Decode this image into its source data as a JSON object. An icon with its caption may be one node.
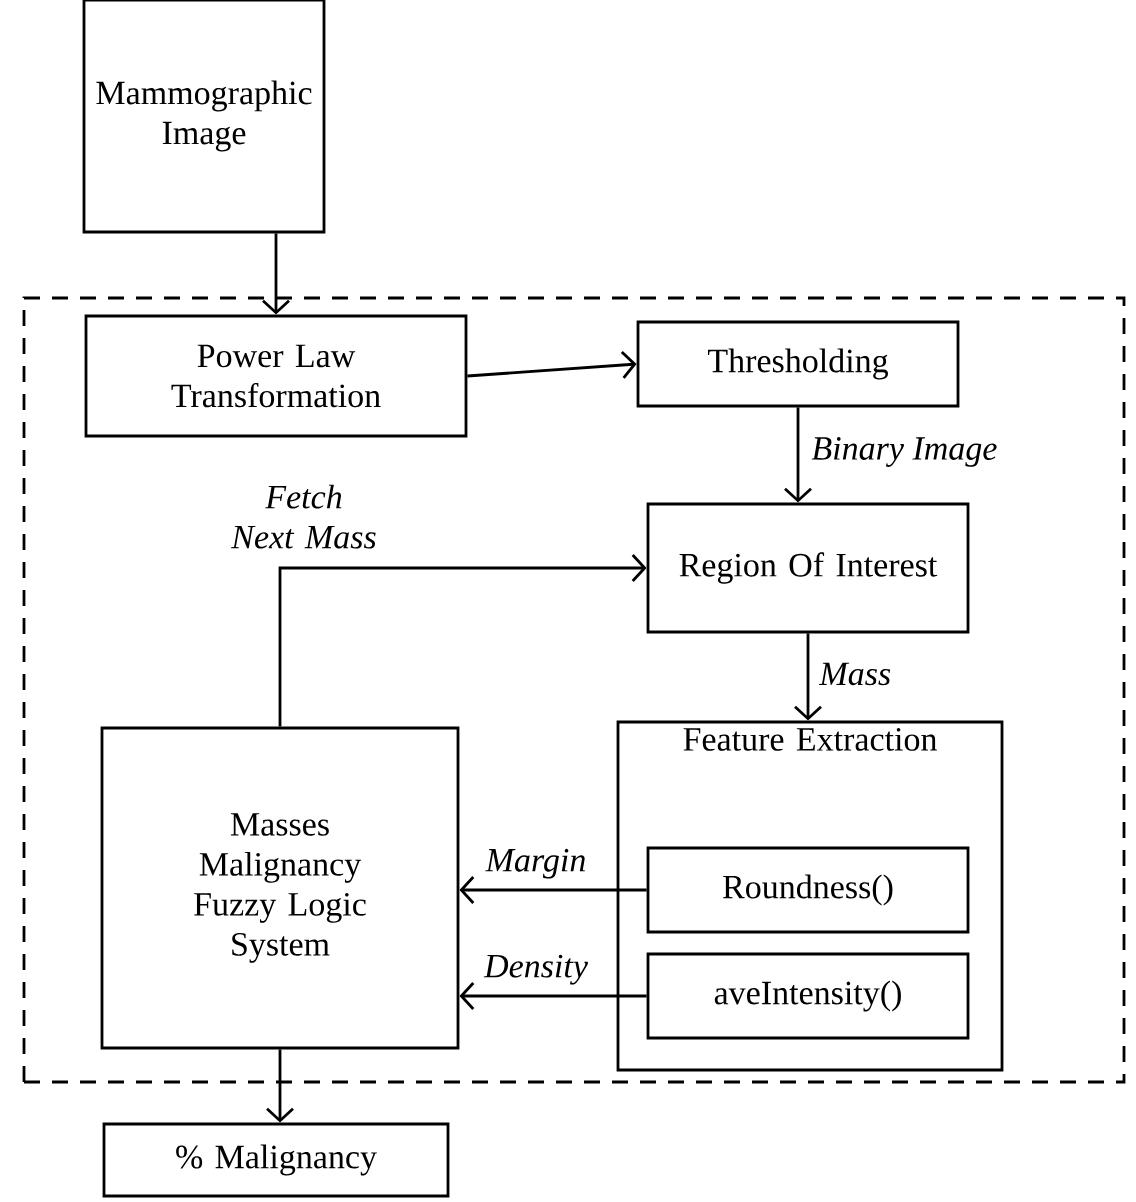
{
  "diagram": {
    "nodes": [
      {
        "text": [
          "Mammographic Image"
        ]
      },
      {
        "text": [],
        "shape": "box"
      },
      {
        "text": [
          "Power Law Transformation"
        ],
        "in": 1
      },
      {
        "text": [
          "Thresholding"
        ],
        "in": 1
      },
      {
        "text": [
          "Region Of Interest"
        ],
        "in": 1
      },
      {
        "text": [
          "Masses Malignancy Fuzzy Logic System"
        ],
        "in": 1
      },
      {
        "text": [
          "Feature Extraction"
        ],
        "in": 1
      },
      {
        "text": [
          "Roundness()"
        ],
        "in": 6
      },
      {
        "text": [
          "aveIntensity()"
        ],
        "in": 6
      },
      {
        "text": [
          "% Malignancy"
        ]
      }
    ],
    "edges": [
      {
        "from": 0,
        "to": 2,
        "arrow": "to"
      },
      {
        "from": 2,
        "to": 3,
        "arrow": "to"
      },
      {
        "from": 3,
        "to": 4,
        "arrow": "to",
        "label": "Binary Image"
      },
      {
        "from": 5,
        "to": 4,
        "arrow": "to",
        "label": "Fetch Next Mass"
      },
      {
        "from": 4,
        "to": 6,
        "arrow": "to",
        "label": "Mass"
      },
      {
        "from": 7,
        "to": 5,
        "arrow": "to",
        "label": "Margin"
      },
      {
        "from": 8,
        "to": 5,
        "arrow": "to",
        "label": "Density"
      },
      {
        "from": 5,
        "to": 9,
        "arrow": "to"
      }
    ]
  }
}
